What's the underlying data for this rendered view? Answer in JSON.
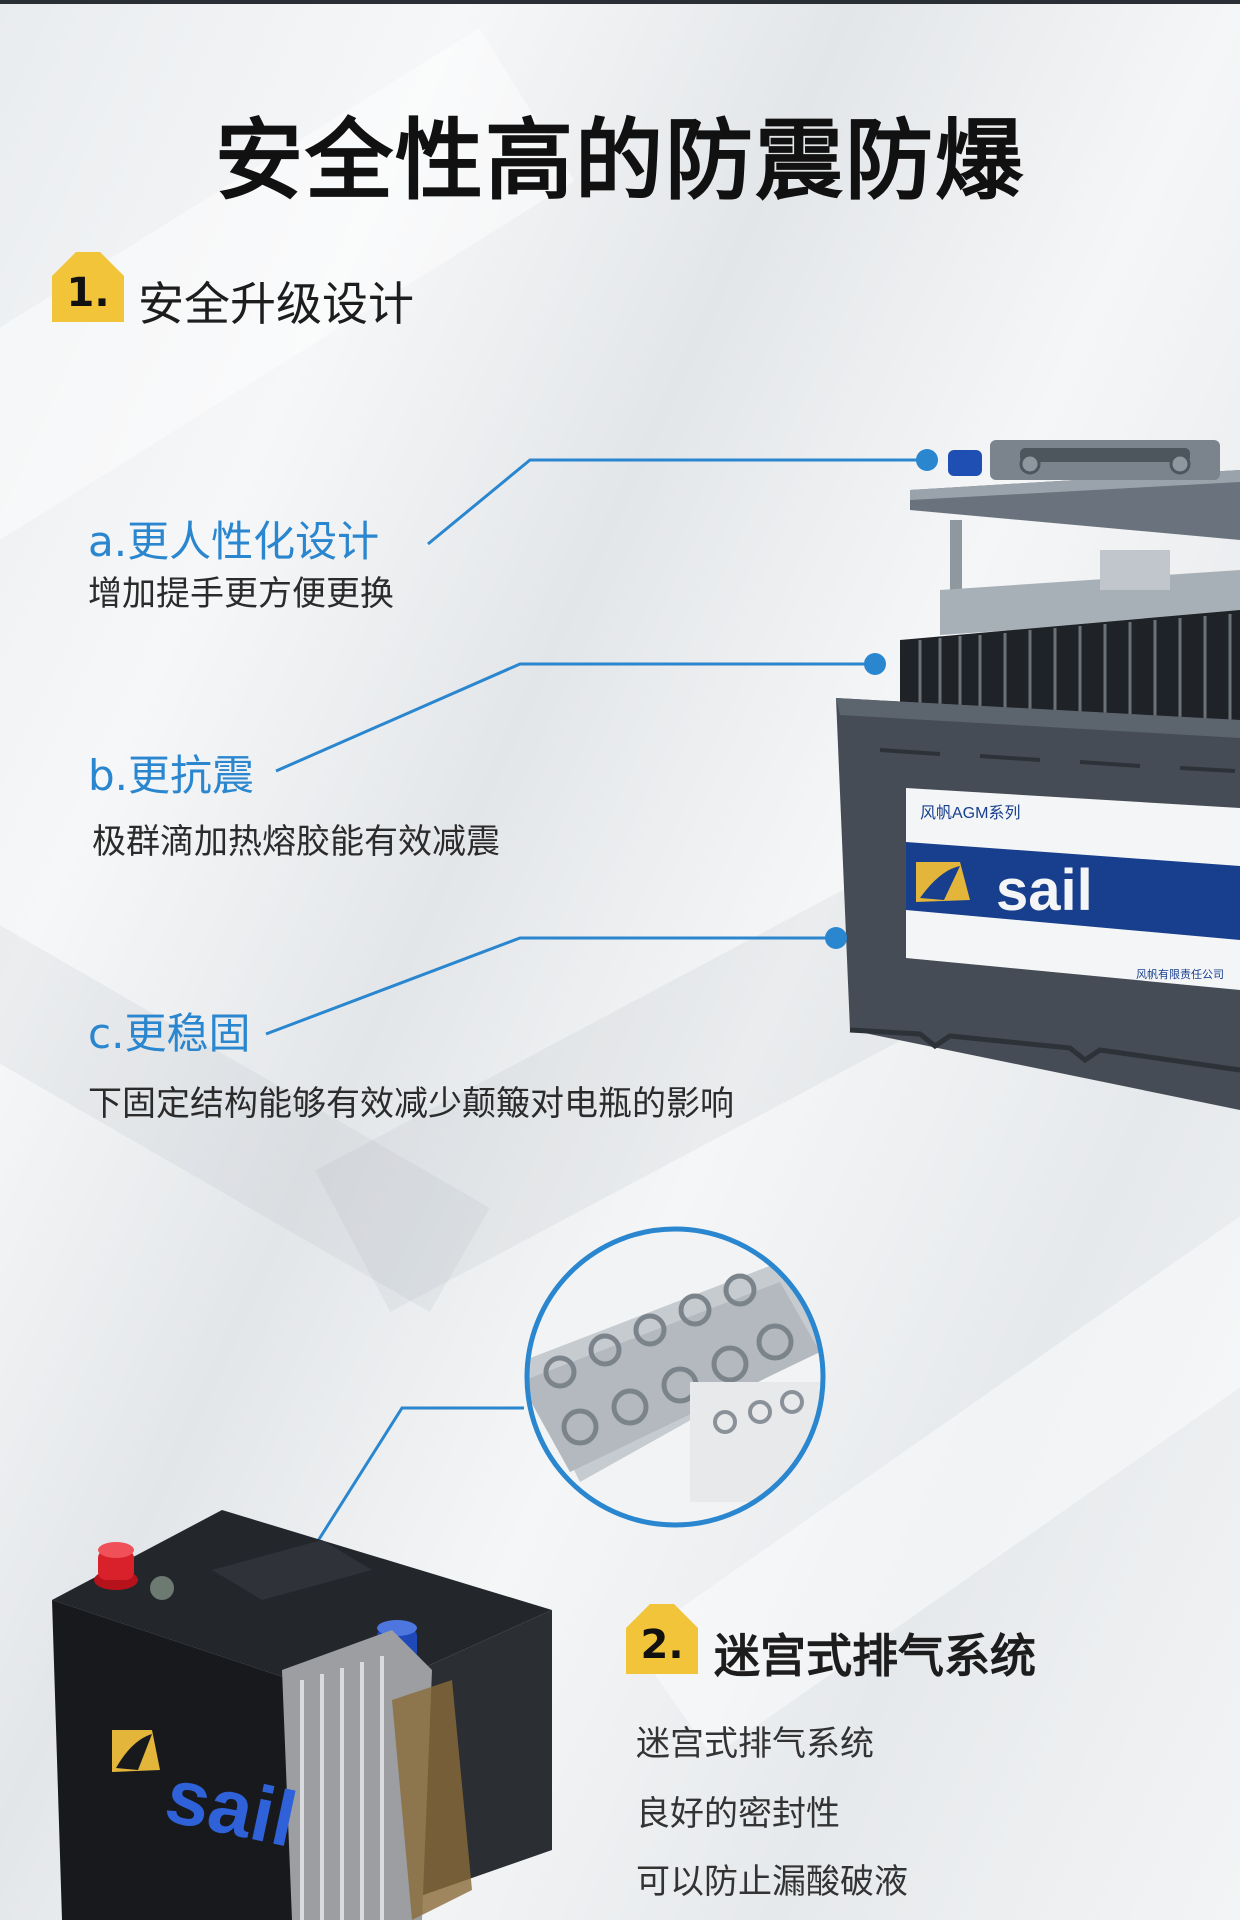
{
  "headline": "安全性高的防震防爆",
  "section1": {
    "number": "1.",
    "title": "安全升级设计",
    "features": [
      {
        "title": "a.更人性化设计",
        "desc": "增加提手更方便更换"
      },
      {
        "title": "b.更抗震",
        "desc": "极群滴加热熔胶能有效减震"
      },
      {
        "title": "c.更稳固",
        "desc": "下固定结构能够有效减少颠簸对电瓶的影响"
      }
    ]
  },
  "section2": {
    "number": "2.",
    "title": "迷宫式排气系统",
    "lines": [
      "迷宫式排气系统",
      "良好的密封性",
      "可以防止漏酸破液"
    ]
  },
  "battery_top": {
    "label_small": "风帆AGM系列",
    "brand": "sail",
    "footer_small": "风帆有限责任公司"
  },
  "battery_bottom": {
    "brand": "sail"
  },
  "colors": {
    "accent_blue": "#2a86cf",
    "badge_yellow": "#f2c43a",
    "label_navy": "#173f8e",
    "logo_gold": "#e3b53a"
  }
}
